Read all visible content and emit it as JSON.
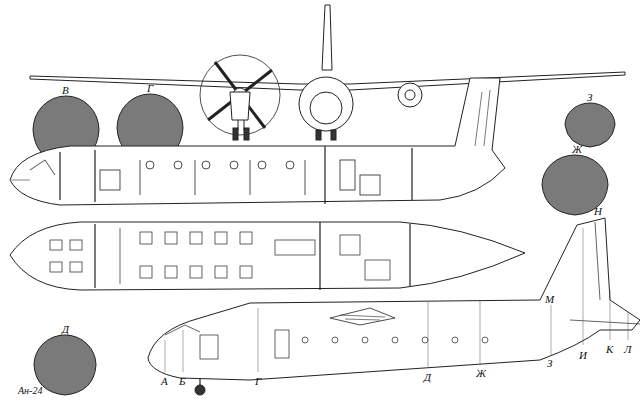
{
  "diagram": {
    "caption": "Ан-24",
    "labels": [
      "В",
      "Г",
      "З",
      "Ж",
      "Д",
      "Н",
      "М",
      "А",
      "Б",
      "Г",
      "Д",
      "Ж",
      "З",
      "И",
      "К",
      "Л"
    ]
  }
}
